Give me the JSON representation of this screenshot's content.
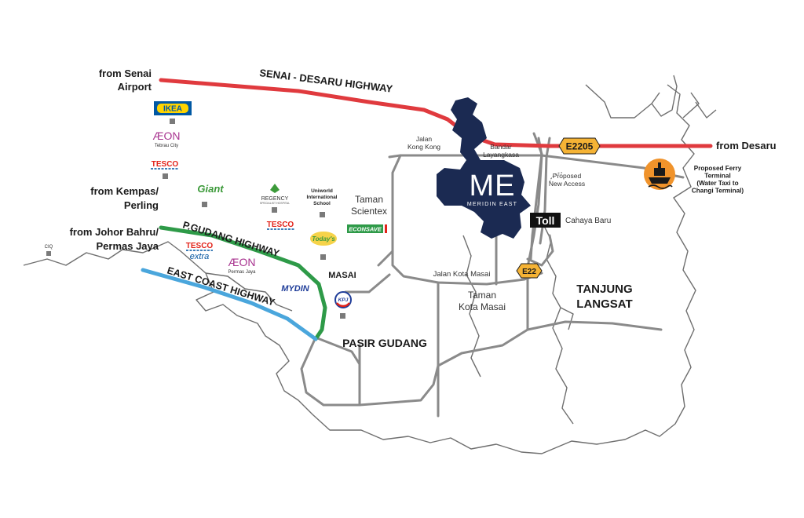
{
  "origins": {
    "senai": "from Senai\nAirport",
    "kempas": "from Kempas/\nPerling",
    "johor": "from Johor Bahru/\nPermas Jaya",
    "desaru": "from Desaru"
  },
  "highways": {
    "senai_desaru": "SENAI - DESARU HIGHWAY",
    "pasir_gudang": "P.GUDANG HIGHWAY",
    "east_coast": "EAST COAST HIGHWAY"
  },
  "places": {
    "jalan_kong_kong": "Jalan\nKong Kong",
    "bandar_layangkasa": "Bandar\nLayangkasa",
    "proposed_access": "Proposed\nNew Access",
    "taman_scientex": "Taman\nScientex",
    "cahaya_baru": "Cahaya Baru",
    "jalan_kota_masai": "Jalan Kota Masai",
    "taman_kota_masai": "Taman\nKota Masai",
    "tanjung_langsat": "TANJUNG\nLANGSAT",
    "masai": "MASAI",
    "pasir_gudang": "PASIR GUDANG",
    "ciq": "CIQ",
    "ferry": "Proposed Ferry\nTerminal\n(Water Taxi to\nChangi Terminal)"
  },
  "badges": {
    "e2205": "E2205",
    "e22": "E22",
    "toll": "Toll"
  },
  "project": {
    "monogram": "ME",
    "name": "MERIDIN EAST"
  },
  "landmarks": {
    "ikea": "IKEA",
    "aeon_tebrau": "ÆON",
    "aeon_tebrau_sub": "Tebrau City",
    "tesco_top": "TESCO",
    "giant": "Giant",
    "regency": "REGENCY",
    "regency_sub": "SPECIALIST HOSPITAL",
    "uniworld": "Uniworld\nInternational\nSchool",
    "tesco_mid": "TESCO",
    "todays": "Today's",
    "econsave": "ECONSAVE",
    "tesco_extra": "TESCO",
    "tesco_extra_sub": "extra",
    "aeon_permas": "ÆON",
    "aeon_permas_sub": "Permas Jaya",
    "mydin": "MYDIN",
    "kpj": "KPJ"
  },
  "colors": {
    "senai_desaru_highway": "#e03a3e",
    "pasir_gudang_highway": "#2e9a48",
    "east_coast_highway": "#4aa6dc",
    "project_block": "#1b2a52",
    "badge_yellow": "#f5b335",
    "road_grey": "#8a8a8a"
  },
  "icons": {
    "ferry": "ship-icon"
  }
}
